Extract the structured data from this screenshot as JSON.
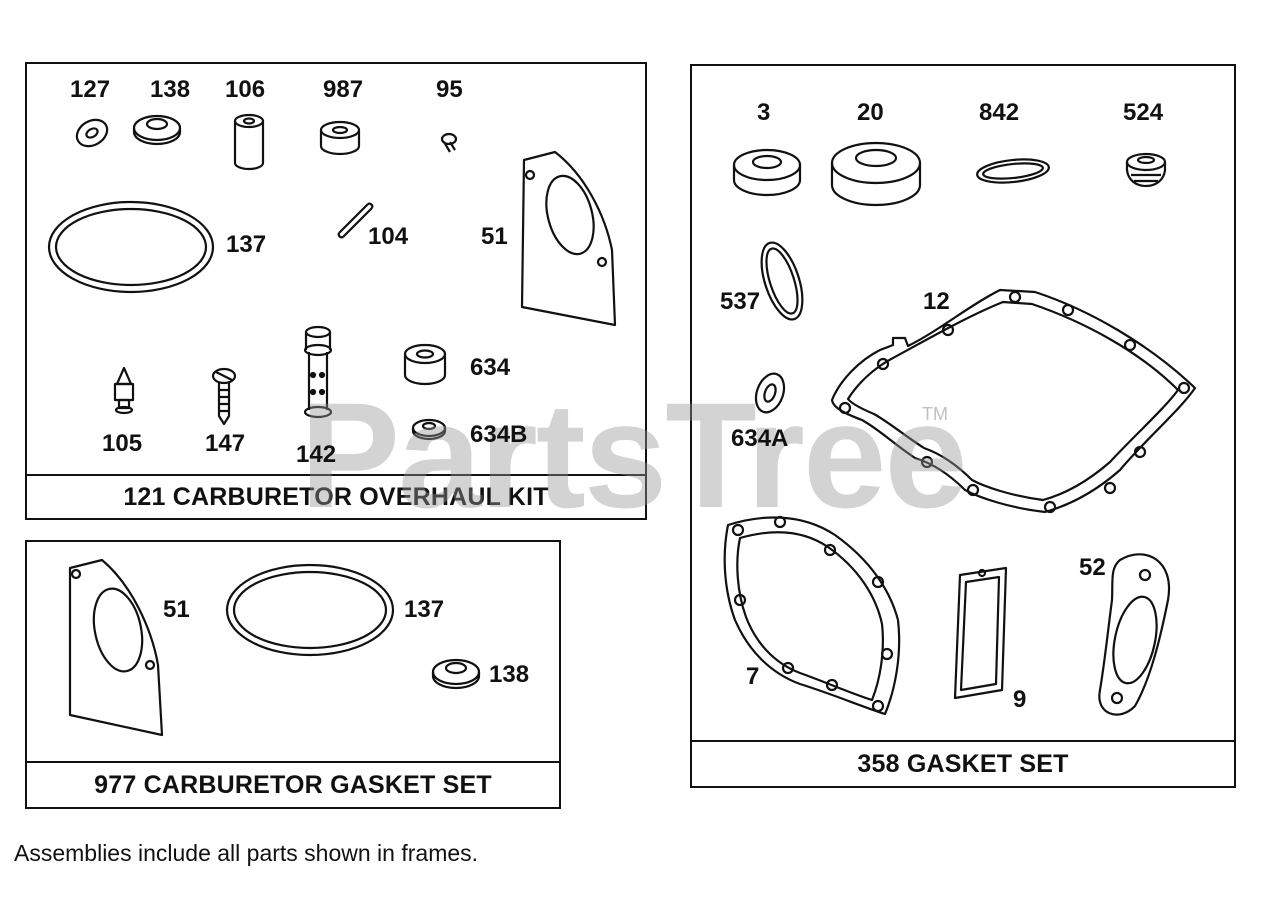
{
  "watermark": {
    "text": "PartsTree",
    "tm": "TM"
  },
  "kits": {
    "overhaul": {
      "title": "121 CARBURETOR OVERHAUL KIT"
    },
    "carb_gasket": {
      "title": "977 CARBURETOR GASKET SET"
    },
    "gasket": {
      "title": "358 GASKET SET"
    }
  },
  "labels": {
    "p127": "127",
    "p138a": "138",
    "p106": "106",
    "p987": "987",
    "p95": "95",
    "p137a": "137",
    "p104": "104",
    "p51a": "51",
    "p105": "105",
    "p147": "147",
    "p142": "142",
    "p634": "634",
    "p634b": "634B",
    "p51b": "51",
    "p137b": "137",
    "p138b": "138",
    "p3": "3",
    "p20": "20",
    "p842": "842",
    "p524": "524",
    "p537": "537",
    "p12": "12",
    "p634a": "634A",
    "p7": "7",
    "p9": "9",
    "p52": "52"
  },
  "footnote": "Assemblies include all parts shown in frames."
}
